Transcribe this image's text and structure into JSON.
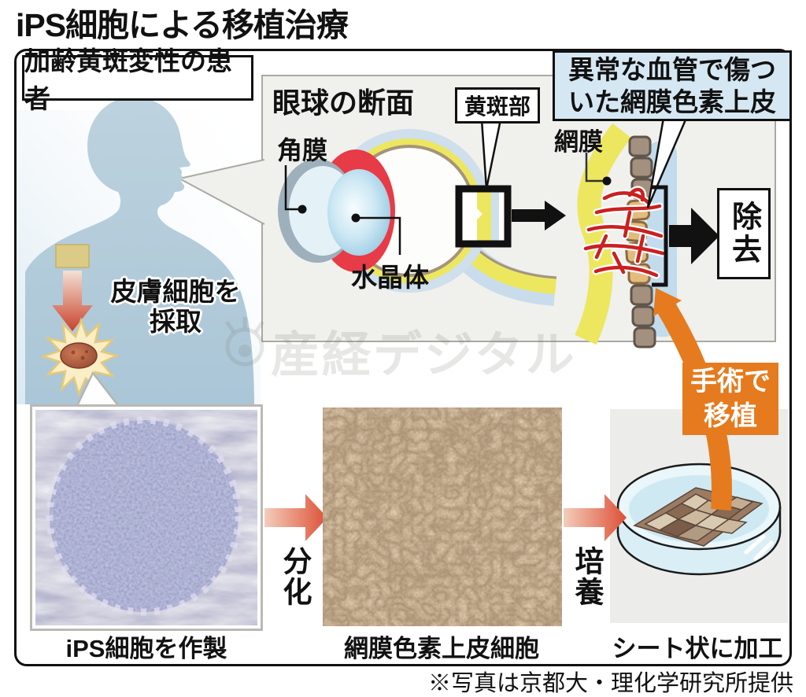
{
  "title": "iPS細胞による移植治療",
  "patient": {
    "label": "加齢黄斑変性の患者",
    "skin_step": "皮膚細胞を\n採取"
  },
  "eye_panel": {
    "title": "眼球の断面",
    "cornea": "角膜",
    "lens": "水晶体",
    "macula": "黄斑部"
  },
  "damage": {
    "callout": "異常な血管で傷つ\nいた網膜色素上皮",
    "retina": "網膜",
    "removal": "除去"
  },
  "transplant": {
    "surgery": "手術で\n移植"
  },
  "process": {
    "step1": "iPS細胞を作製",
    "arrow1": "分化",
    "step2": "網膜色素上皮細胞",
    "arrow2": "培養",
    "step3": "シート状に加工"
  },
  "watermark": "産経デジタル",
  "credit": "※写真は京都大・理化学研究所提供",
  "colors": {
    "accent_orange": "#e57b1e",
    "retina_yellow": "#ece75f",
    "vessel_red": "#cc1f1f",
    "rpe_tan": "#e3bb7d",
    "rpe_gray": "#a3907e",
    "callout_blue": "#d5e7f3",
    "silhouette_blue": "#b7cedd",
    "panel_gray": "#f0f0ed"
  }
}
